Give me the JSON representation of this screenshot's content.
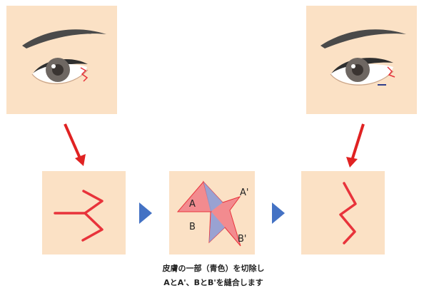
{
  "labels": {
    "a": "A",
    "a_prime": "A'",
    "b": "B",
    "b_prime": "B'"
  },
  "caption": {
    "line1": "皮膚の一部（青色）を切除し",
    "line2": "AとA'、BとB'を縫合します"
  },
  "colors": {
    "skin": "#fbe1c5",
    "incision": "#e8333b",
    "excised": "#8aa6de",
    "arrow_red": "#e02222",
    "step_arrow": "#4472c4"
  }
}
